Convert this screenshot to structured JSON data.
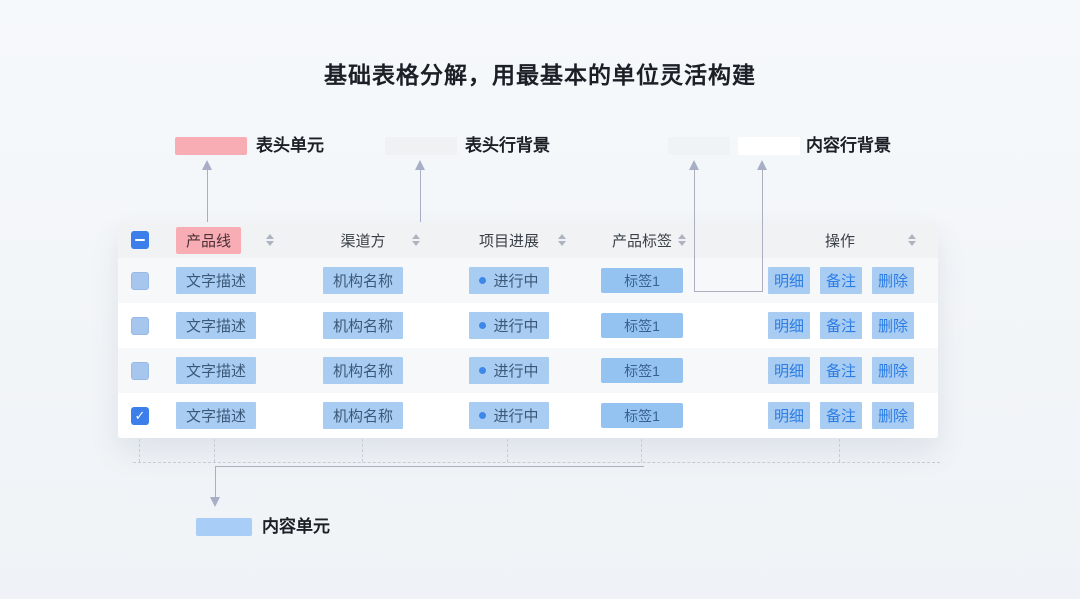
{
  "title": "基础表格分解，用最基本的单位灵活构建",
  "legend": {
    "header_cell_label": "表头单元",
    "header_row_bg_label": "表头行背景",
    "content_row_bg_label": "内容行背景",
    "content_cell_label": "内容单元"
  },
  "colors": {
    "header_cell_highlight": "#F8ADB5",
    "header_row_bg": "#F0F2F4",
    "content_row_bg_gray": "#F2F4F6",
    "content_row_bg_white": "#FFFFFF",
    "content_cell_highlight": "#A9CDF2",
    "tag_bg": "#94C3F1",
    "action_link_blue": "#2B7CE5",
    "checkbox_blue": "#3C7EEA",
    "status_dot_blue": "#3D87E8"
  },
  "table": {
    "columns": [
      {
        "label": "产品线",
        "sortable": true,
        "highlighted": true
      },
      {
        "label": "渠道方",
        "sortable": true
      },
      {
        "label": "项目进展",
        "sortable": true
      },
      {
        "label": "产品标签",
        "sortable": true
      },
      {
        "label": "操作",
        "sortable": true
      }
    ],
    "header_checkbox_state": "indeterminate",
    "rows": [
      {
        "checked": false,
        "text": "文字描述",
        "org": "机构名称",
        "status": "进行中",
        "tag": "标签1",
        "actions": [
          "明细",
          "备注",
          "删除"
        ]
      },
      {
        "checked": false,
        "text": "文字描述",
        "org": "机构名称",
        "status": "进行中",
        "tag": "标签1",
        "actions": [
          "明细",
          "备注",
          "删除"
        ]
      },
      {
        "checked": false,
        "text": "文字描述",
        "org": "机构名称",
        "status": "进行中",
        "tag": "标签1",
        "actions": [
          "明细",
          "备注",
          "删除"
        ]
      },
      {
        "checked": true,
        "text": "文字描述",
        "org": "机构名称",
        "status": "进行中",
        "tag": "标签1",
        "actions": [
          "明细",
          "备注",
          "删除"
        ]
      }
    ],
    "checkmark_glyph": "✓"
  }
}
